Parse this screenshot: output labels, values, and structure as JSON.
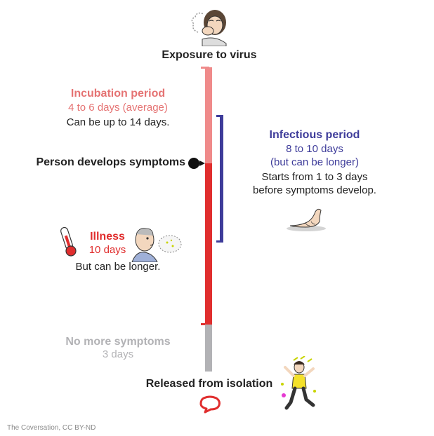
{
  "colors": {
    "incubation": "#ef8a8a",
    "illness": "#e02e2e",
    "recovery": "#b2b2b5",
    "infectious": "#3e3c9a",
    "text": "#222222",
    "logo": "#e02e2e"
  },
  "exposure": {
    "title": "Exposure to virus"
  },
  "incubation": {
    "title": "Incubation period",
    "range": "4 to 6 days (average)",
    "note": "Can be up to 14 days."
  },
  "symptoms": {
    "label": "Person develops symptoms"
  },
  "infectious": {
    "title": "Infectious period",
    "range_line1": "8 to 10 days",
    "range_line2": "(but can be longer)",
    "note_line1": "Starts from 1 to 3 days",
    "note_line2": "before symptoms develop."
  },
  "illness": {
    "title": "Illness",
    "range": "10 days",
    "note": "But can be longer."
  },
  "recovery": {
    "title": "No more symptoms",
    "range": "3 days"
  },
  "released": {
    "title": "Released from isolation"
  },
  "icons": [
    "sneezing-person-icon",
    "hand-touch-icon",
    "thermometer-icon",
    "coughing-man-icon",
    "happy-dancing-woman-icon",
    "speech-bubble-logo-icon"
  ],
  "credit": "The Coversation, CC BY-ND"
}
